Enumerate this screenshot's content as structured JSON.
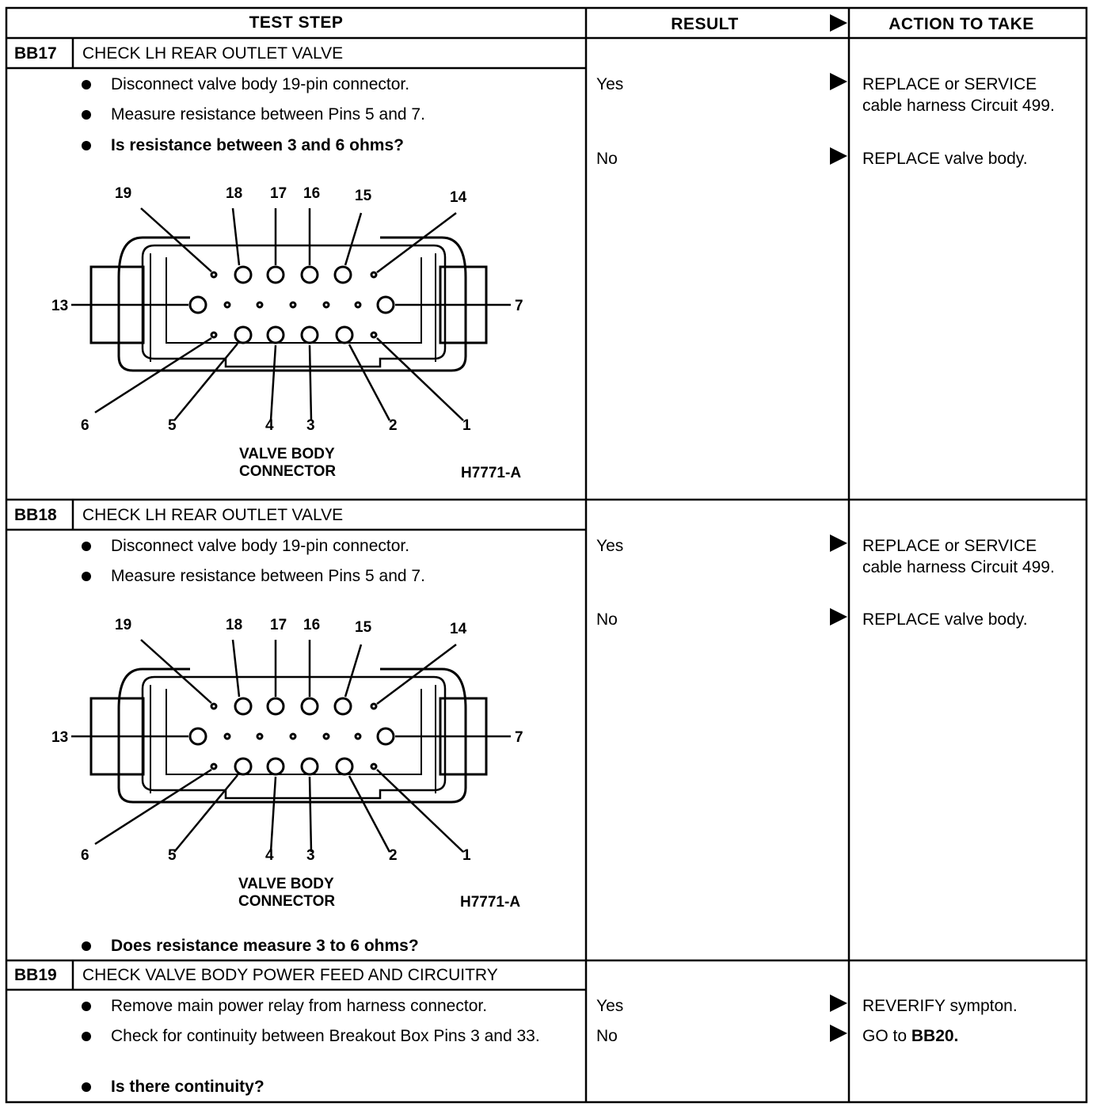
{
  "header": {
    "test_step": "TEST STEP",
    "result": "RESULT",
    "action": "ACTION TO TAKE"
  },
  "steps": [
    {
      "id": "BB17",
      "title": "CHECK LH REAR OUTLET VALVE",
      "bullets": [
        "Disconnect valve body 19-pin connector.",
        "Measure resistance between Pins 5 and 7.",
        "Is resistance between 3 and 6 ohms?"
      ],
      "diagram": {
        "caption_line1": "VALVE BODY",
        "caption_line2": "CONNECTOR",
        "ref": "H7771-A",
        "pins": [
          "19",
          "18",
          "17",
          "16",
          "15",
          "14",
          "13",
          "7",
          "6",
          "5",
          "4",
          "3",
          "2",
          "1"
        ]
      },
      "results": [
        {
          "label": "Yes",
          "action": "REPLACE or SERVICE cable harness Circuit 499."
        },
        {
          "label": "No",
          "action": "REPLACE valve body."
        }
      ]
    },
    {
      "id": "BB18",
      "title": "CHECK LH REAR OUTLET VALVE",
      "bullets": [
        "Disconnect valve body 19-pin connector.",
        "Measure resistance between Pins 5 and 7.",
        "Does resistance measure 3 to 6 ohms?"
      ],
      "diagram": {
        "caption_line1": "VALVE BODY",
        "caption_line2": "CONNECTOR",
        "ref": "H7771-A",
        "pins": [
          "19",
          "18",
          "17",
          "16",
          "15",
          "14",
          "13",
          "7",
          "6",
          "5",
          "4",
          "3",
          "2",
          "1"
        ]
      },
      "results": [
        {
          "label": "Yes",
          "action": "REPLACE or SERVICE cable harness Circuit 499."
        },
        {
          "label": "No",
          "action": "REPLACE valve body."
        }
      ]
    },
    {
      "id": "BB19",
      "title": "CHECK VALVE BODY POWER FEED AND CIRCUITRY",
      "bullets": [
        "Remove main power relay from harness connector.",
        "Check for continuity between Breakout Box Pins 3 and 33.",
        "Is there continuity?"
      ],
      "results": [
        {
          "label": "Yes",
          "action": "REVERIFY sympton."
        },
        {
          "label": "No",
          "action_prefix": "GO to ",
          "action_bold": "BB20."
        }
      ]
    }
  ]
}
